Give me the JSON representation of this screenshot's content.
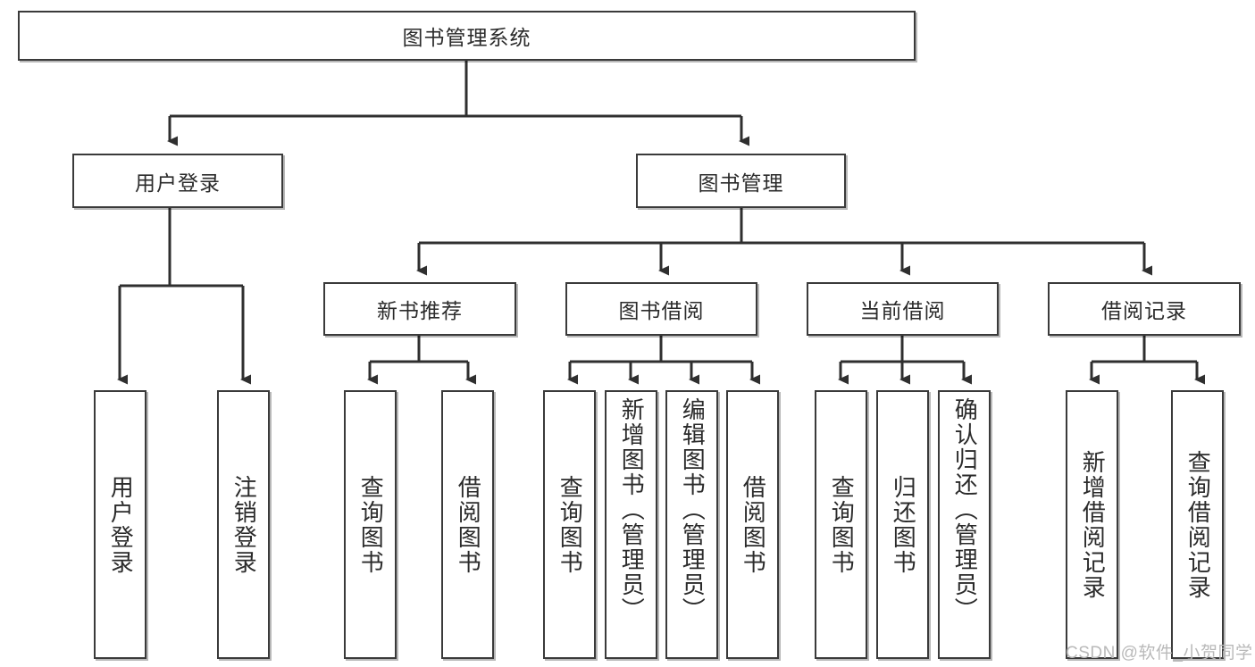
{
  "diagram": {
    "type": "tree-hierarchy",
    "title": "图书管理系统",
    "watermark": "CSDN @软件_小贺同学",
    "colors": {
      "box_border": "#3a3a3a",
      "box_fill": "#ffffff",
      "connector": "#2f2f2f",
      "text": "#2b2b2b",
      "watermark": "#b9b9b9"
    },
    "levels": {
      "root": {
        "label": "图书管理系统"
      },
      "level2": [
        {
          "label": "用户登录"
        },
        {
          "label": "图书管理"
        }
      ],
      "level3": [
        {
          "label": "新书推荐"
        },
        {
          "label": "图书借阅"
        },
        {
          "label": "当前借阅"
        },
        {
          "label": "借阅记录"
        }
      ],
      "leaves": {
        "user_login": [
          {
            "label": "用户登录"
          },
          {
            "label": "注销登录"
          }
        ],
        "new_book": [
          {
            "label": "查询图书"
          },
          {
            "label": "借阅图书"
          }
        ],
        "book_borrow": [
          {
            "label": "查询图书"
          },
          {
            "label": "新增图书（管理员）"
          },
          {
            "label": "编辑图书（管理员）"
          },
          {
            "label": "借阅图书"
          }
        ],
        "current_borrow": [
          {
            "label": "查询图书"
          },
          {
            "label": "归还图书"
          },
          {
            "label": "确认归还（管理员）"
          }
        ],
        "borrow_record": [
          {
            "label": "新增借阅记录"
          },
          {
            "label": "查询借阅记录"
          }
        ]
      }
    }
  }
}
